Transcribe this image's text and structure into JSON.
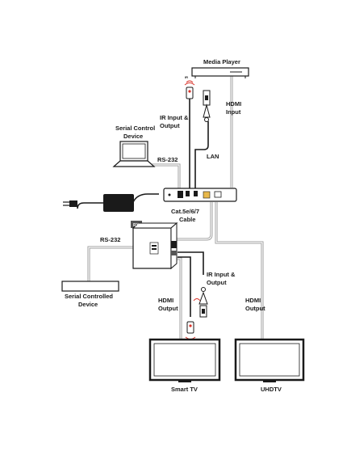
{
  "labels": {
    "media_player": "Media Player",
    "hdmi_input": [
      "HDMI",
      "Input"
    ],
    "ir_io_top": [
      "IR Input &",
      "Output"
    ],
    "serial_control_device": [
      "Serial Control",
      "Device"
    ],
    "rs232_top": "RS-232",
    "lan": "LAN",
    "cat_cable": [
      "Cat.5e/6/7",
      "Cable"
    ],
    "rx_badge": "RX",
    "rs232_left": "RS-232",
    "serial_controlled_device": [
      "Serial Controlled",
      "Device"
    ],
    "ir_io_bottom": [
      "IR Input &",
      "Output"
    ],
    "hdmi_output_left": [
      "HDMI",
      "Output"
    ],
    "hdmi_output_right": [
      "HDMI",
      "Output"
    ],
    "smart_tv": "Smart TV",
    "uhdtv": "UHDTV"
  },
  "colors": {
    "line": "#1a1a1a",
    "cable": "#9a9a9a",
    "remote_accent": "#d9342b"
  },
  "icons": [
    "ir-remote-icon",
    "ir-extender-icon",
    "laptop-icon",
    "power-adapter-icon",
    "tv-icon",
    "media-player-icon"
  ]
}
